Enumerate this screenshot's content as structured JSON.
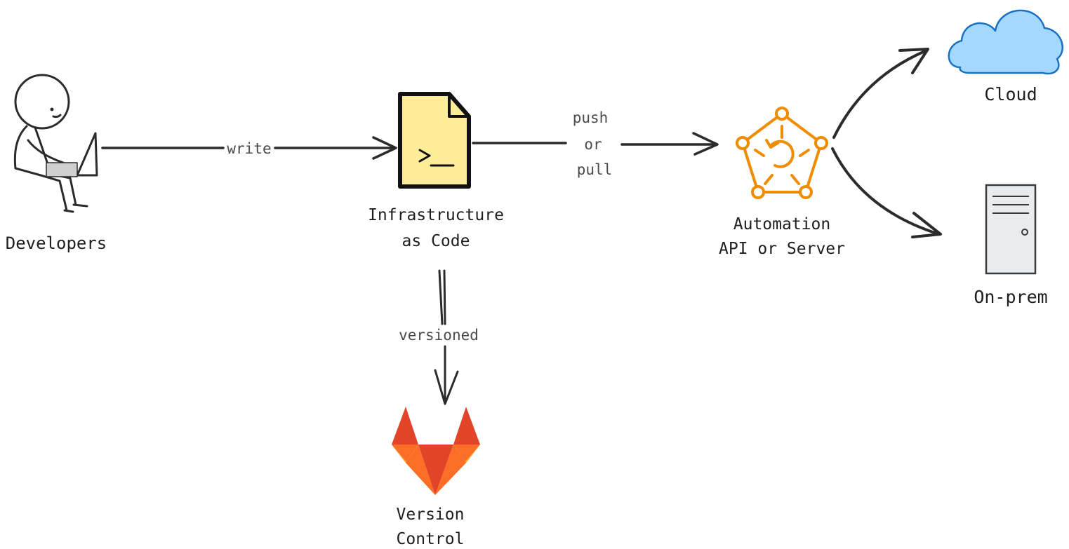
{
  "nodes": {
    "developers": {
      "label": "Developers",
      "icon": "developer-with-laptop-icon"
    },
    "iac": {
      "label_line1": "Infrastructure",
      "label_line2": "as Code",
      "icon": "terminal-file-icon",
      "fill": "#ffec99"
    },
    "automation": {
      "label_line1": "Automation",
      "label_line2": "API or Server",
      "icon": "automation-pentagon-icon",
      "color": "#f08c00"
    },
    "cloud": {
      "label": "Cloud",
      "icon": "cloud-icon",
      "color": "#a5d8ff"
    },
    "onprem": {
      "label": "On-prem",
      "icon": "server-tower-icon",
      "color": "#e9ecef"
    },
    "vcs": {
      "label_line1": "Version",
      "label_line2": "Control",
      "icon": "gitlab-fox-icon"
    }
  },
  "edges": {
    "write": "write",
    "push_pull": [
      "push",
      "or",
      "pull"
    ],
    "versioned": "versioned"
  }
}
